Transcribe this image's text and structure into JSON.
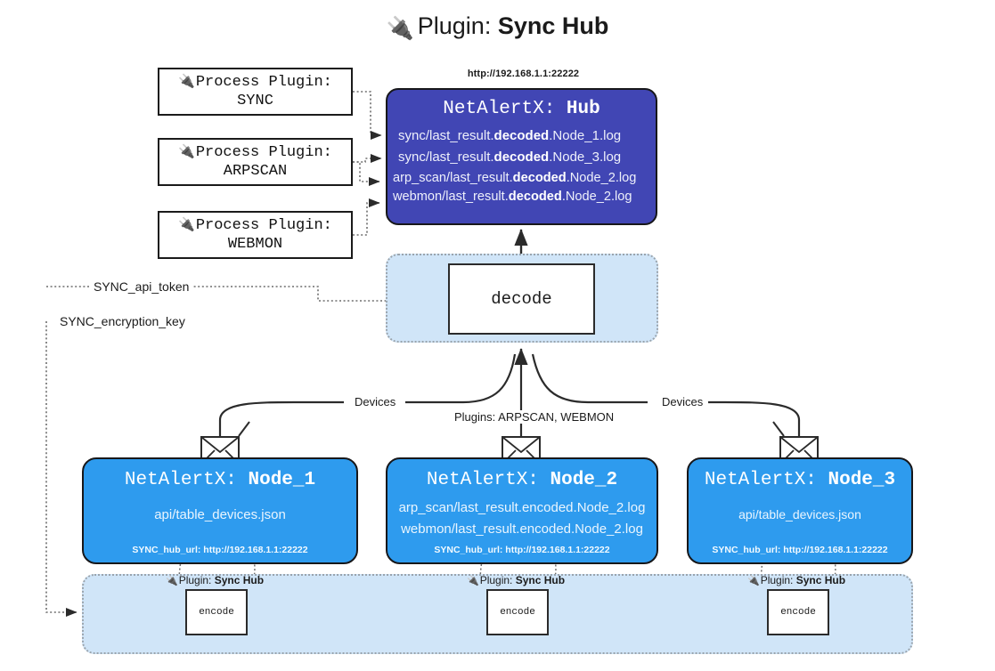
{
  "title": {
    "icon": "plug-icon",
    "prefix": "Plugin: ",
    "name": "Sync Hub"
  },
  "process_plugins": [
    {
      "icon": "plug-icon",
      "heading": "Process Plugin:",
      "name": "SYNC"
    },
    {
      "icon": "plug-icon",
      "heading": "Process Plugin:",
      "name": "ARPSCAN"
    },
    {
      "icon": "plug-icon",
      "heading": "Process Plugin:",
      "name": "WEBMON"
    }
  ],
  "hub": {
    "url": "http://192.168.1.1:22222",
    "title_prefix": "NetAlertX: ",
    "title_name": "Hub",
    "color": "#4146b4",
    "logs": [
      {
        "pre": "sync/last_result.",
        "strong": "decoded",
        "post": ".Node_1.log"
      },
      {
        "pre": "sync/last_result.",
        "strong": "decoded",
        "post": ".Node_3.log"
      },
      {
        "pre": "arp_scan/last_result.",
        "strong": "decoded",
        "post": ".Node_2.log"
      },
      {
        "pre": "webmon/last_result.",
        "strong": "decoded",
        "post": ".Node_2.log"
      }
    ]
  },
  "decode": {
    "label": "decode",
    "zone_color": "#d0e5f8"
  },
  "keys": [
    {
      "label": "SYNC_api_token"
    },
    {
      "label": "SYNC_encryption_key"
    }
  ],
  "edge_labels": {
    "devices_left": "Devices",
    "plugins_center": "Plugins: ARPSCAN, WEBMON",
    "devices_right": "Devices"
  },
  "nodes": [
    {
      "title_prefix": "NetAlertX: ",
      "title_name": "Node_1",
      "color": "#2e9bee",
      "lines": [
        "api/table_devices.json"
      ],
      "footer": "SYNC_hub_url: http://192.168.1.1:22222",
      "envelope": "envelope-icon"
    },
    {
      "title_prefix": "NetAlertX: ",
      "title_name": "Node_2",
      "color": "#2e9bee",
      "lines": [
        "arp_scan/last_result.encoded.Node_2.log",
        "webmon/last_result.encoded.Node_2.log"
      ],
      "footer": "SYNC_hub_url: http://192.168.1.1:22222",
      "envelope": "envelope-icon"
    },
    {
      "title_prefix": "NetAlertX: ",
      "title_name": "Node_3",
      "color": "#2e9bee",
      "lines": [
        "api/table_devices.json"
      ],
      "footer": "SYNC_hub_url: http://192.168.1.1:22222",
      "envelope": "envelope-icon"
    }
  ],
  "encoders": [
    {
      "caption_prefix": "Plugin: ",
      "caption_name": "Sync Hub",
      "label": "encode",
      "icon": "plug-icon"
    },
    {
      "caption_prefix": "Plugin: ",
      "caption_name": "Sync Hub",
      "label": "encode",
      "icon": "plug-icon"
    },
    {
      "caption_prefix": "Plugin: ",
      "caption_name": "Sync Hub",
      "label": "encode",
      "icon": "plug-icon"
    }
  ],
  "glyphs": {
    "plug": "🔌"
  }
}
